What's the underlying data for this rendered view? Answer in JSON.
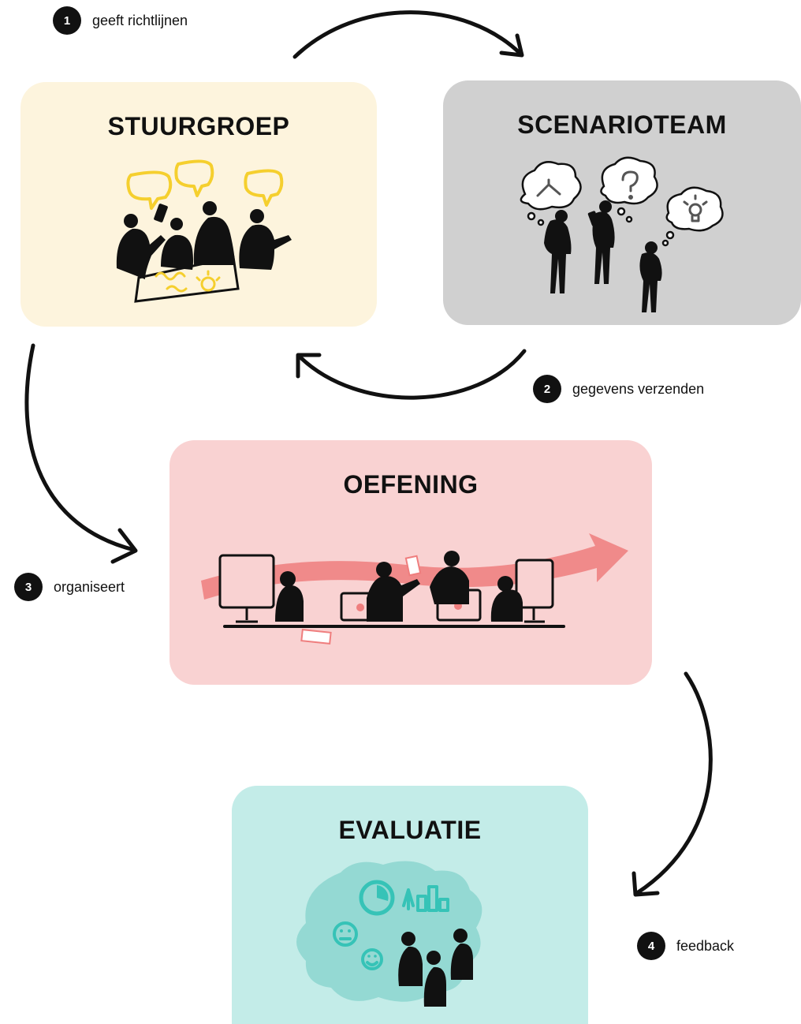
{
  "colors": {
    "stuurgroep_bg": "#fdf4dd",
    "scenarioteam_bg": "#d0d0d0",
    "oefening_bg": "#f9d2d2",
    "evaluatie_bg": "#c3ece8",
    "yellow_accent": "#f5cf2e",
    "red_accent": "#ef7e7e",
    "teal_accent": "#36c3b7",
    "ink": "#111111"
  },
  "boxes": {
    "stuurgroep": {
      "title": "STUURGROEP"
    },
    "scenarioteam": {
      "title": "SCENARIOTEAM"
    },
    "oefening": {
      "title": "OEFENING"
    },
    "evaluatie": {
      "title": "EVALUATIE"
    }
  },
  "steps": [
    {
      "number": "1",
      "label": "geeft richtlijnen"
    },
    {
      "number": "2",
      "label": "gegevens verzenden"
    },
    {
      "number": "3",
      "label": "organiseert"
    },
    {
      "number": "4",
      "label": "feedback"
    }
  ]
}
